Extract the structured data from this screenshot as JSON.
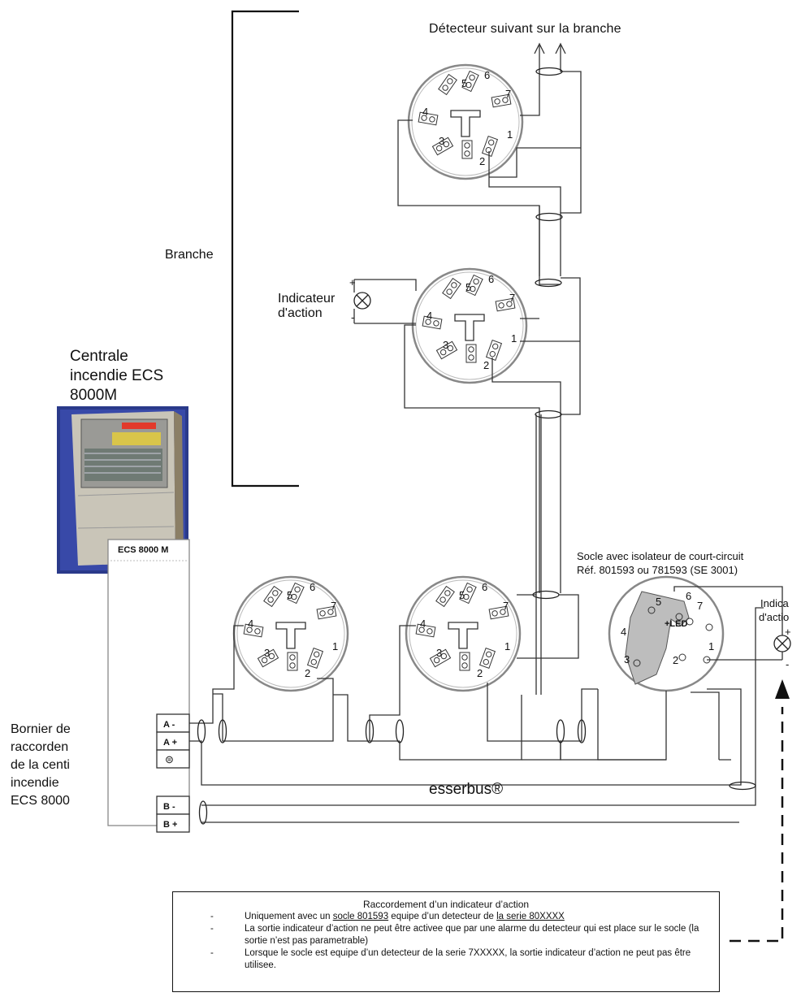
{
  "top_label": "Détecteur suivant sur la branche",
  "branch_label": "Branche",
  "action_indicator": {
    "line1": "Indicateur",
    "line2": "d'action"
  },
  "panel_photo": {
    "line1": "Centrale",
    "line2": "incendie ECS",
    "line3": "8000M"
  },
  "socle_note": {
    "line1": "Socle avec isolateur de court-circuit",
    "line2": "Réf. 801593 ou 781593 (SE 3001)"
  },
  "right_indicator": {
    "line1": "Indica",
    "line2": "d'actio"
  },
  "ecs_box_title": "ECS 8000 M",
  "terminals": [
    "A -",
    "A +",
    "⊜",
    "B -",
    "B +"
  ],
  "bornier": [
    "Bornier de",
    "raccorden",
    "de la centi",
    "incendie",
    "ECS 8000"
  ],
  "bus_name": "esserbus®",
  "led_label": "+LED",
  "plus_sign": "+",
  "minus_sign": "-",
  "terminal_numbers": [
    "1",
    "2",
    "3",
    "4",
    "5",
    "6",
    "7"
  ],
  "note": {
    "title": "Raccordement d’un indicateur d’action",
    "items": [
      {
        "pre": "Uniquement avec un ",
        "u1": "socle 801593",
        "mid": " equipe d’un detecteur de ",
        "u2": "la serie 80XXXX"
      },
      {
        "text": "La sortie indicateur d’action ne peut être activee que par une alarme du detecteur qui est place sur le socle (la sortie n’est pas parametrable)"
      },
      {
        "text": "Lorsque le socle est equipe d’un detecteur de la serie 7XXXXX, la sortie indicateur d’action ne peut pas être utilisee."
      }
    ]
  }
}
